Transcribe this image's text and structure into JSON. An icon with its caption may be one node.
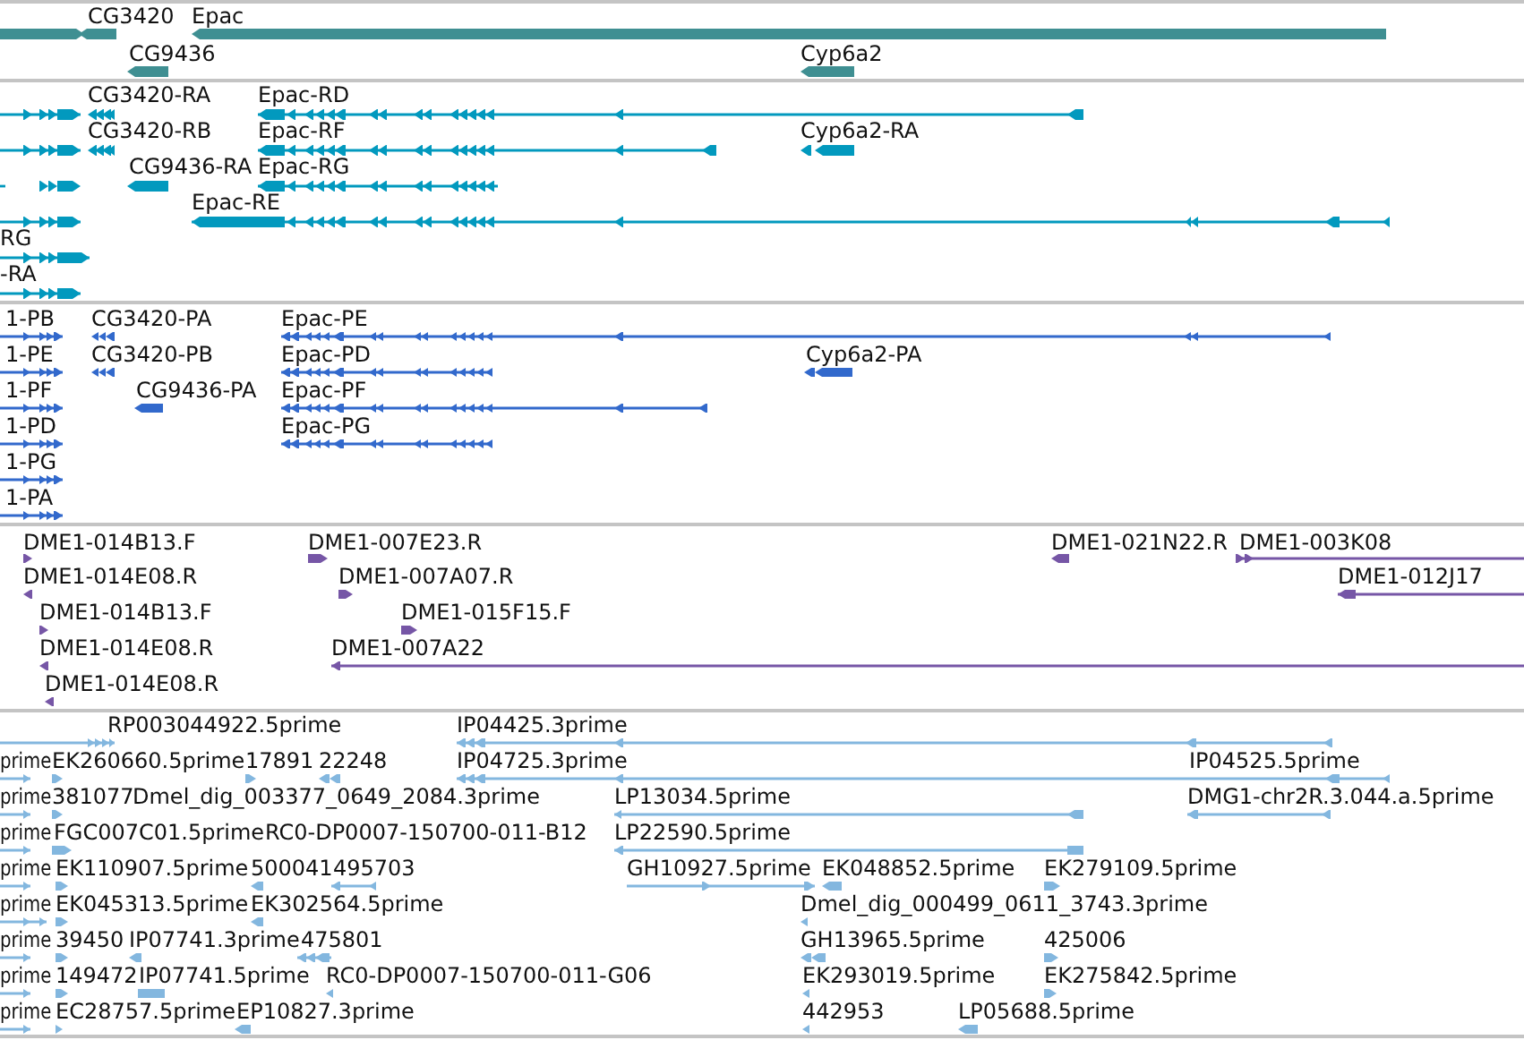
{
  "diagram": {
    "labels": [
      "CG3420",
      "Epac",
      "CG9436",
      "Cyp6a2",
      "CG3420-RA",
      "Epac-RD",
      "CG3420-RB",
      "Epac-RF",
      "Cyp6a2-RA",
      "CG9436-RA",
      "Epac-RG",
      "Epac-RE",
      "RG",
      "-RA",
      "1-PB",
      "CG3420-PA",
      "Epac-PE",
      "1-PE",
      "CG3420-PB",
      "Epac-PD",
      "Cyp6a2-PA",
      "1-PF",
      "CG9436-PA",
      "Epac-PF",
      "1-PD",
      "Epac-PG",
      "1-PG",
      "1-PA",
      "DME1-014B13.F",
      "DME1-007E23.R",
      "DME1-021N22.R",
      "DME1-003K08",
      "DME1-014E08.R",
      "DME1-007A07.R",
      "DME1-012J17",
      "DME1-014B13.F",
      "DME1-015F15.F",
      "DME1-014E08.R",
      "DME1-007A22",
      "DME1-014E08.R",
      "RP003044922.5prime",
      "IP04425.3prime",
      "prime",
      "EK260660.5prime",
      "17891",
      "22248",
      "IP04725.3prime",
      "IP04525.5prime",
      "prime",
      "381077",
      "Dmel_dig_003377_0649_2084.3prime",
      "LP13034.5prime",
      "DMG1-chr2R.3.044.a.5prime",
      "prime",
      "FGC007C01.5prime",
      "RC0-DP0007-150700-011-B12",
      "LP22590.5prime",
      "prime",
      "EK110907.5prime",
      "500041",
      "495703",
      "GH10927.5prime",
      "EK048852.5prime",
      "EK279109.5prime",
      "prime",
      "EK045313.5prime",
      "EK302564.5prime",
      "Dmel_dig_000499_0611_3743.3prime",
      "prime",
      "39450",
      "IP07741.3prime",
      "475801",
      "GH13965.5prime",
      "425006",
      "prime",
      "149472",
      "IP07741.5prime",
      "RC0-DP0007-150700-011-G06",
      "EK293019.5prime",
      "EK275842.5prime",
      "prime",
      "EC28757.5prime",
      "EP10827.3prime",
      "442953",
      "LP05688.5prime"
    ]
  }
}
